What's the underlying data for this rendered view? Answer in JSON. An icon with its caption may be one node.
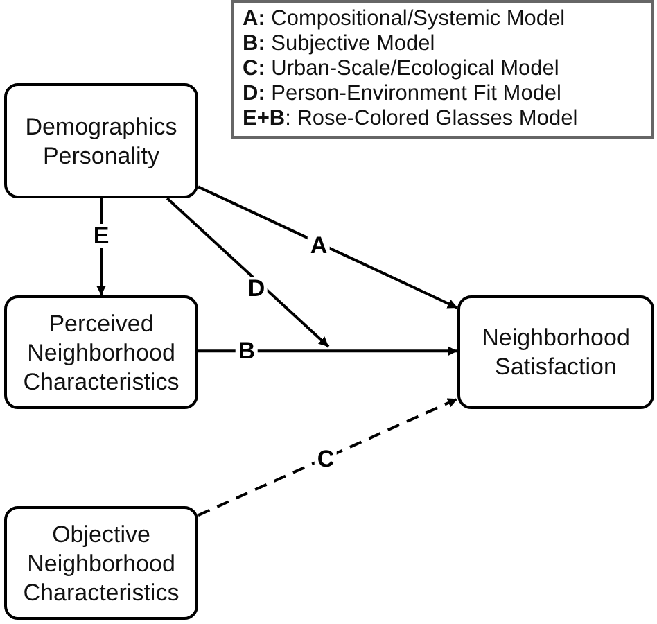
{
  "diagram": {
    "nodes": [
      {
        "text": [
          "Demographics Personality"
        ]
      },
      {
        "text": [
          "Perceived Neighborhood Characteristics"
        ]
      },
      {
        "text": [
          "Neighborhood Satisfaction"
        ]
      },
      {
        "text": [
          "Objective Neighborhood Characteristics"
        ]
      },
      {
        "text": [
          "**A:** Compositional/Systemic Model",
          "**B:** Subjective Model",
          "**C:** Urban-Scale/Ecological Model",
          "**D:** Person-Environment Fit Model",
          "**E+B**: Rose-Colored Glasses Model"
        ]
      }
    ],
    "edges": [
      {
        "from": 0,
        "to": 1,
        "arrow": "to",
        "label": "E"
      },
      {
        "from": 0,
        "to": 2,
        "arrow": "to",
        "label": "A"
      },
      {
        "from": 0,
        "to": null,
        "arrow": "to",
        "label": "D"
      },
      {
        "from": 1,
        "to": 2,
        "arrow": "to",
        "label": "B"
      },
      {
        "from": 3,
        "to": 2,
        "arrow": "to",
        "label": "C",
        "style": "dashed"
      }
    ]
  }
}
